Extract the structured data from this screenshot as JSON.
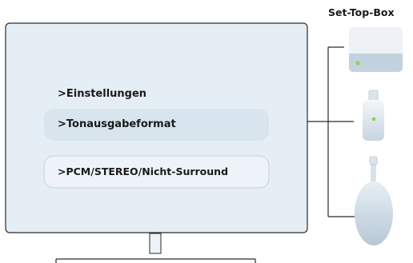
{
  "devices": {
    "title": "Set-Top-Box"
  },
  "menu": {
    "item1": ">Einstellungen",
    "item2": ">Tonausgabeformat",
    "item3": ">PCM/STEREO/Nicht-Surround"
  },
  "colors": {
    "screen_fill": "#e5eef5",
    "highlight_fill": "#d8e5ee",
    "outline": "#2a2a2a",
    "device_top": "#eef2f6",
    "device_body": "#c2d2de",
    "led": "#7ed957"
  }
}
